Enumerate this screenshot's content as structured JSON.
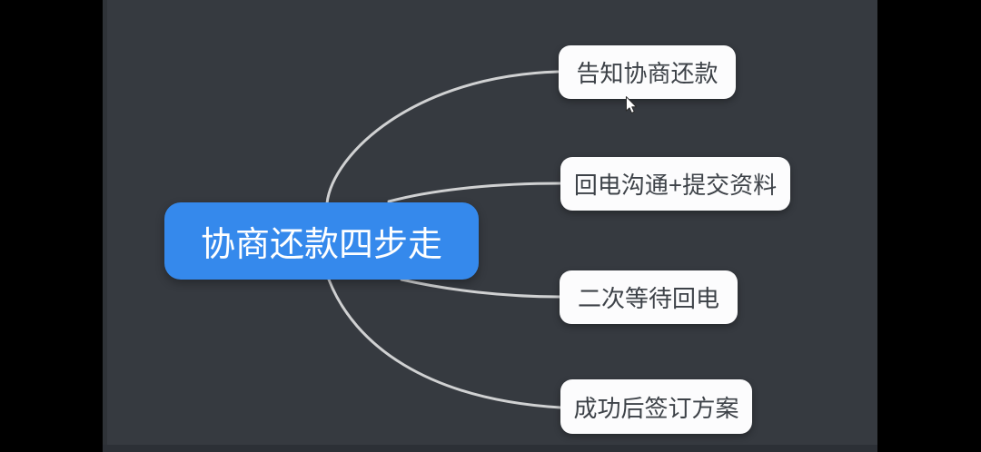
{
  "app": {
    "type": "mind-map-presentation-frame"
  },
  "colors": {
    "letterbox": "#000000",
    "canvas_background": "#363a40",
    "root_node_background": "#3589ec",
    "root_node_text": "#ffffff",
    "branch_node_background": "#fcfcfd",
    "branch_node_text": "#3d4248",
    "connector": "#dcddde"
  },
  "mindmap": {
    "root": {
      "label": "协商还款四步走"
    },
    "branches": [
      {
        "label": "告知协商还款"
      },
      {
        "label": "回电沟通+提交资料"
      },
      {
        "label": "二次等待回电"
      },
      {
        "label": "成功后签订方案"
      }
    ]
  },
  "cursor": {
    "icon": "arrow-pointer"
  }
}
